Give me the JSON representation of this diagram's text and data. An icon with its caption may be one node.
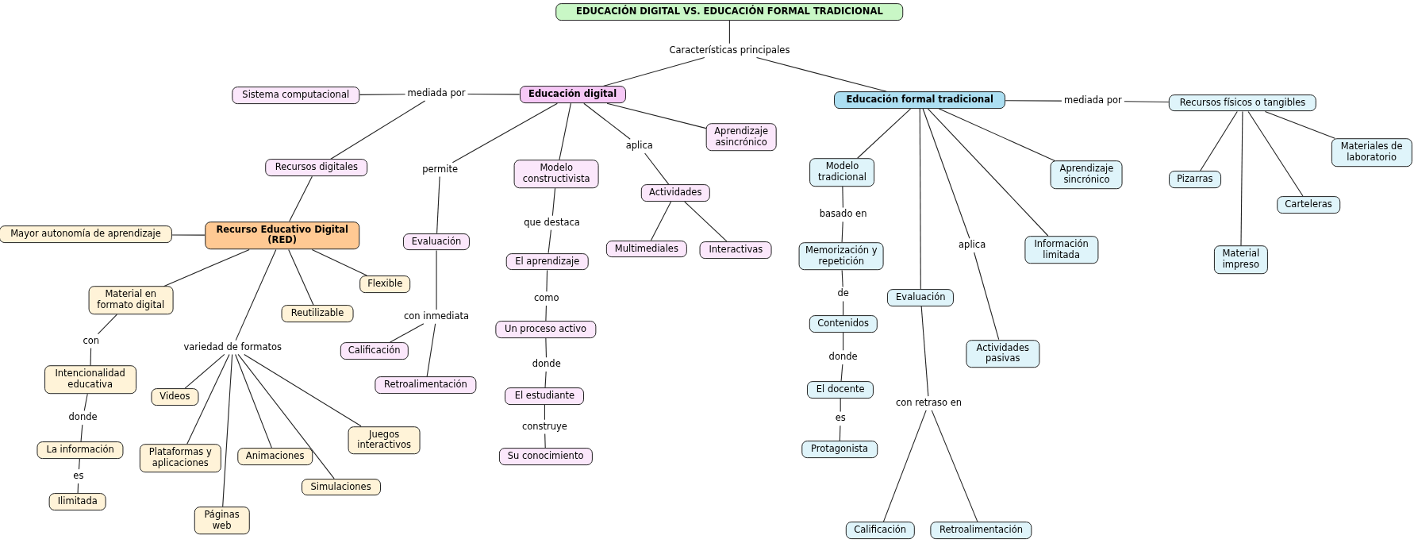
{
  "diagram": {
    "nodes": [
      {
        "text": [
          "EDUCACIÓN DIGITAL VS. EDUCACIÓN FORMAL TRADICIONAL"
        ]
      },
      {
        "text": [
          "Características principales"
        ]
      },
      {
        "text": [
          "Educación digital"
        ]
      },
      {
        "text": [
          "Educación formal tradicional"
        ]
      },
      {
        "text": [
          "mediada por"
        ]
      },
      {
        "text": [
          "Sistema computacional"
        ]
      },
      {
        "text": [
          "Recursos digitales"
        ]
      },
      {
        "text": [
          "Recurso Educativo Digital (RED)"
        ]
      },
      {
        "text": [
          "Mayor autonomía de aprendizaje"
        ]
      },
      {
        "text": [
          "Material en formato digital"
        ]
      },
      {
        "text": [
          "con"
        ]
      },
      {
        "text": [
          "Intencionalidad educativa"
        ]
      },
      {
        "text": [
          "donde"
        ]
      },
      {
        "text": [
          "La información"
        ]
      },
      {
        "text": [
          "es"
        ]
      },
      {
        "text": [
          "Ilimitada"
        ]
      },
      {
        "text": [
          "Flexible"
        ]
      },
      {
        "text": [
          "Reutilizable"
        ]
      },
      {
        "text": [
          "variedad de formatos"
        ]
      },
      {
        "text": [
          "Videos"
        ]
      },
      {
        "text": [
          "Plataformas y aplicaciones"
        ]
      },
      {
        "text": [
          "Animaciones"
        ]
      },
      {
        "text": [
          "Páginas web"
        ]
      },
      {
        "text": [
          "Simulaciones"
        ]
      },
      {
        "text": [
          "Juegos interactivos"
        ]
      },
      {
        "text": [
          "permite"
        ]
      },
      {
        "text": [
          "Evaluación"
        ]
      },
      {
        "text": [
          "con inmediata"
        ]
      },
      {
        "text": [
          "Calificación"
        ]
      },
      {
        "text": [
          "Retroalimentación"
        ]
      },
      {
        "text": [
          "Modelo constructivista"
        ]
      },
      {
        "text": [
          "que destaca"
        ]
      },
      {
        "text": [
          "El aprendizaje"
        ]
      },
      {
        "text": [
          "como"
        ]
      },
      {
        "text": [
          "Un proceso activo"
        ]
      },
      {
        "text": [
          "donde"
        ]
      },
      {
        "text": [
          "El estudiante"
        ]
      },
      {
        "text": [
          "construye"
        ]
      },
      {
        "text": [
          "Su conocimiento"
        ]
      },
      {
        "text": [
          "aplica"
        ]
      },
      {
        "text": [
          "Actividades"
        ]
      },
      {
        "text": [
          "Multimediales"
        ]
      },
      {
        "text": [
          "Interactivas"
        ]
      },
      {
        "text": [
          "Aprendizaje asincrónico"
        ]
      },
      {
        "text": [
          "mediada por"
        ]
      },
      {
        "text": [
          "Recursos físicos o tangibles"
        ]
      },
      {
        "text": [
          "Pizarras"
        ]
      },
      {
        "text": [
          "Material impreso"
        ]
      },
      {
        "text": [
          "Carteleras"
        ]
      },
      {
        "text": [
          "Materiales de laboratorio"
        ]
      },
      {
        "text": [
          "Modelo tradicional"
        ]
      },
      {
        "text": [
          "basado en"
        ]
      },
      {
        "text": [
          "Memorización y repetición"
        ]
      },
      {
        "text": [
          "de"
        ]
      },
      {
        "text": [
          "Contenidos"
        ]
      },
      {
        "text": [
          "donde"
        ]
      },
      {
        "text": [
          "El docente"
        ]
      },
      {
        "text": [
          "es"
        ]
      },
      {
        "text": [
          "Protagonista"
        ]
      },
      {
        "text": [
          "Evaluación"
        ]
      },
      {
        "text": [
          "con retraso en"
        ]
      },
      {
        "text": [
          "Calificación"
        ]
      },
      {
        "text": [
          "Retroalimentación"
        ]
      },
      {
        "text": [
          "aplica"
        ]
      },
      {
        "text": [
          "Actividades pasivas"
        ]
      },
      {
        "text": [
          "Información limitada"
        ]
      },
      {
        "text": [
          "Aprendizaje sincrónico"
        ]
      }
    ],
    "edges": [
      {
        "from": 0,
        "to": 1,
        "arrow": "none"
      },
      {
        "from": 1,
        "to": 2,
        "arrow": "none"
      },
      {
        "from": 1,
        "to": 3,
        "arrow": "none"
      },
      {
        "from": 2,
        "to": 4,
        "arrow": "none"
      },
      {
        "from": 4,
        "to": 5,
        "arrow": "none"
      },
      {
        "from": 4,
        "to": 6,
        "arrow": "none"
      },
      {
        "from": 6,
        "to": 7,
        "arrow": "none"
      },
      {
        "from": 7,
        "to": 8,
        "arrow": "none"
      },
      {
        "from": 7,
        "to": 9,
        "arrow": "none"
      },
      {
        "from": 9,
        "to": 10,
        "arrow": "none"
      },
      {
        "from": 10,
        "to": 11,
        "arrow": "none"
      },
      {
        "from": 11,
        "to": 12,
        "arrow": "none"
      },
      {
        "from": 12,
        "to": 13,
        "arrow": "none"
      },
      {
        "from": 13,
        "to": 14,
        "arrow": "none"
      },
      {
        "from": 14,
        "to": 15,
        "arrow": "none"
      },
      {
        "from": 7,
        "to": 16,
        "arrow": "none"
      },
      {
        "from": 7,
        "to": 17,
        "arrow": "none"
      },
      {
        "from": 7,
        "to": 18,
        "arrow": "none"
      },
      {
        "from": 18,
        "to": 19,
        "arrow": "none"
      },
      {
        "from": 18,
        "to": 20,
        "arrow": "none"
      },
      {
        "from": 18,
        "to": 21,
        "arrow": "none"
      },
      {
        "from": 18,
        "to": 22,
        "arrow": "none"
      },
      {
        "from": 18,
        "to": 23,
        "arrow": "none"
      },
      {
        "from": 18,
        "to": 24,
        "arrow": "none"
      },
      {
        "from": 2,
        "to": 25,
        "arrow": "none"
      },
      {
        "from": 25,
        "to": 26,
        "arrow": "none"
      },
      {
        "from": 26,
        "to": 27,
        "arrow": "none"
      },
      {
        "from": 27,
        "to": 28,
        "arrow": "none"
      },
      {
        "from": 27,
        "to": 29,
        "arrow": "none"
      },
      {
        "from": 2,
        "to": 30,
        "arrow": "none"
      },
      {
        "from": 30,
        "to": 31,
        "arrow": "none"
      },
      {
        "from": 31,
        "to": 32,
        "arrow": "none"
      },
      {
        "from": 32,
        "to": 33,
        "arrow": "none"
      },
      {
        "from": 33,
        "to": 34,
        "arrow": "none"
      },
      {
        "from": 34,
        "to": 35,
        "arrow": "none"
      },
      {
        "from": 35,
        "to": 36,
        "arrow": "none"
      },
      {
        "from": 36,
        "to": 37,
        "arrow": "none"
      },
      {
        "from": 37,
        "to": 38,
        "arrow": "none"
      },
      {
        "from": 2,
        "to": 39,
        "arrow": "none"
      },
      {
        "from": 39,
        "to": 40,
        "arrow": "none"
      },
      {
        "from": 40,
        "to": 41,
        "arrow": "none"
      },
      {
        "from": 40,
        "to": 42,
        "arrow": "none"
      },
      {
        "from": 2,
        "to": 43,
        "arrow": "none"
      },
      {
        "from": 3,
        "to": 44,
        "arrow": "none"
      },
      {
        "from": 44,
        "to": 45,
        "arrow": "none"
      },
      {
        "from": 45,
        "to": 46,
        "arrow": "none"
      },
      {
        "from": 45,
        "to": 47,
        "arrow": "none"
      },
      {
        "from": 45,
        "to": 48,
        "arrow": "none"
      },
      {
        "from": 45,
        "to": 49,
        "arrow": "none"
      },
      {
        "from": 3,
        "to": 50,
        "arrow": "none"
      },
      {
        "from": 50,
        "to": 51,
        "arrow": "none"
      },
      {
        "from": 51,
        "to": 52,
        "arrow": "none"
      },
      {
        "from": 52,
        "to": 53,
        "arrow": "none"
      },
      {
        "from": 53,
        "to": 54,
        "arrow": "none"
      },
      {
        "from": 54,
        "to": 55,
        "arrow": "none"
      },
      {
        "from": 55,
        "to": 56,
        "arrow": "none"
      },
      {
        "from": 56,
        "to": 57,
        "arrow": "none"
      },
      {
        "from": 57,
        "to": 58,
        "arrow": "none"
      },
      {
        "from": 3,
        "to": 59,
        "arrow": "none"
      },
      {
        "from": 59,
        "to": 60,
        "arrow": "none"
      },
      {
        "from": 60,
        "to": 61,
        "arrow": "none"
      },
      {
        "from": 60,
        "to": 62,
        "arrow": "none"
      },
      {
        "from": 3,
        "to": 63,
        "arrow": "none"
      },
      {
        "from": 63,
        "to": 64,
        "arrow": "none"
      },
      {
        "from": 3,
        "to": 65,
        "arrow": "none"
      },
      {
        "from": 3,
        "to": 66,
        "arrow": "none"
      }
    ]
  }
}
